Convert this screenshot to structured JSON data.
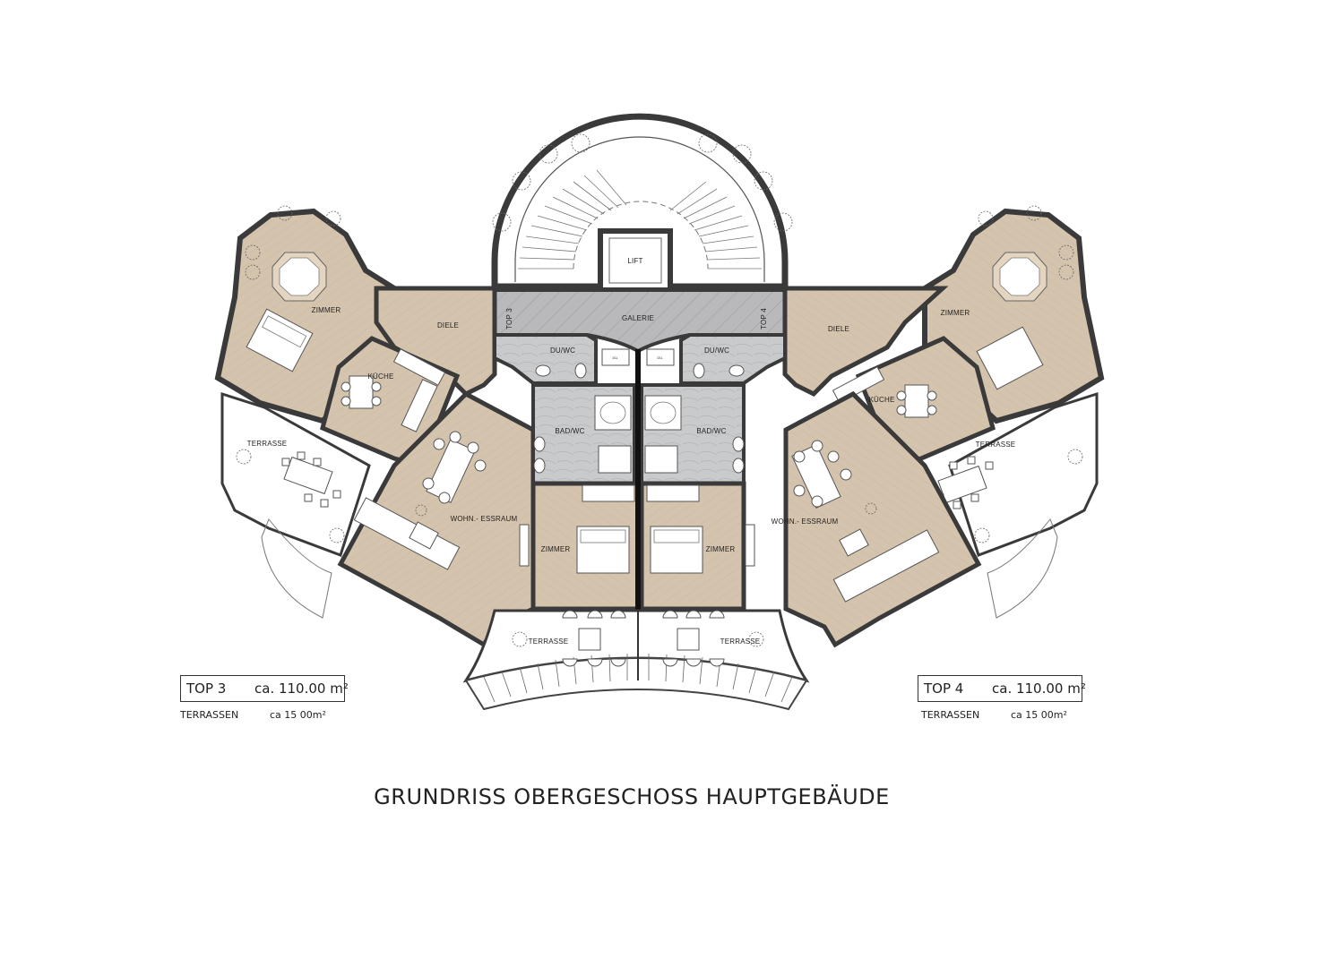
{
  "title": "GRUNDRISS OBERGESCHOSS HAUPTGEBÄUDE",
  "colors": {
    "wood_floor": "#d4c3ad",
    "tile_floor": "#c9cacb",
    "galerie_floor": "#b9b9bb",
    "walls": "#3a3a3a"
  },
  "rooms": {
    "lift": "LIFT",
    "galerie": "GALERIE",
    "top3_marker": "TOP 3",
    "top4_marker": "TOP 4",
    "left": {
      "zimmer_corner": "ZIMMER",
      "diele": "DIELE",
      "kueche": "KÜCHE",
      "du_wc": "DU/WC",
      "bad_wc": "BAD/WC",
      "terrasse_side": "TERRASSE",
      "wohn_essraum": "WOHN.- ESSRAUM",
      "zimmer_center": "ZIMMER",
      "terrasse_front": "TERRASSE"
    },
    "right": {
      "zimmer_corner": "ZIMMER",
      "diele": "DIELE",
      "kueche": "KÜCHE",
      "du_wc": "DU/WC",
      "bad_wc": "BAD/WC",
      "terrasse_side": "TERRASSE",
      "wohn_essraum": "WOHN.- ESSRAUM",
      "zimmer_center": "ZIMMER",
      "terrasse_front": "TERRASSE"
    }
  },
  "areas": {
    "top3": {
      "name": "TOP 3",
      "area": "ca. 110.00 m²",
      "terrace_label": "TERRASSEN",
      "terrace_area": "ca 15 00m²"
    },
    "top4": {
      "name": "TOP 4",
      "area": "ca. 110.00 m²",
      "terrace_label": "TERRASSEN",
      "terrace_area": "ca 15 00m²"
    }
  }
}
